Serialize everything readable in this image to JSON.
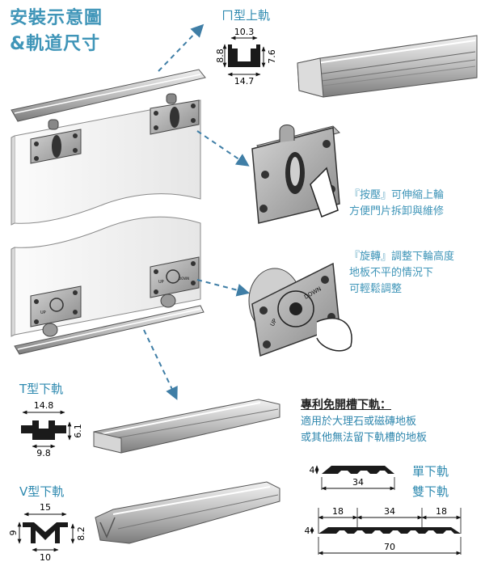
{
  "title": {
    "line1": "安裝示意圖",
    "line2": "&軌道尺寸"
  },
  "top_rail": {
    "label": "ㄇ型上軌",
    "dims": {
      "top": "10.3",
      "left": "8.8",
      "right": "7.6",
      "bottom": "14.7"
    }
  },
  "press_note": {
    "line1": "『按壓』可伸縮上輪",
    "line2": "方便門片拆卸與維修"
  },
  "rotate_note": {
    "line1": "『旋轉』調整下輪高度",
    "line2": "地板不平的情況下",
    "line3": "可輕鬆調整"
  },
  "plate_text": {
    "up": "UP",
    "down": "DOWN"
  },
  "t_rail": {
    "label": "T型下軌",
    "dims": {
      "top": "14.8",
      "right": "6.1",
      "bottom": "9.8"
    }
  },
  "v_rail": {
    "label": "V型下軌",
    "dims": {
      "top": "15",
      "left": "9",
      "right": "8.2",
      "bottom": "10"
    }
  },
  "patent": {
    "heading": "專利免開槽下軌：",
    "line1": "適用於大理石或磁磚地板",
    "line2": "或其他無法留下軌槽的地板"
  },
  "single": {
    "label": "單下軌",
    "height": "4",
    "width": "34"
  },
  "double": {
    "label": "雙下軌",
    "height": "4",
    "w_left": "18",
    "w_mid": "34",
    "w_right": "18",
    "total": "70"
  },
  "colors": {
    "accent": "#3f95b8",
    "arrow": "#3f7ea6",
    "metal": "#9a9a9a",
    "dark": "#222222"
  }
}
